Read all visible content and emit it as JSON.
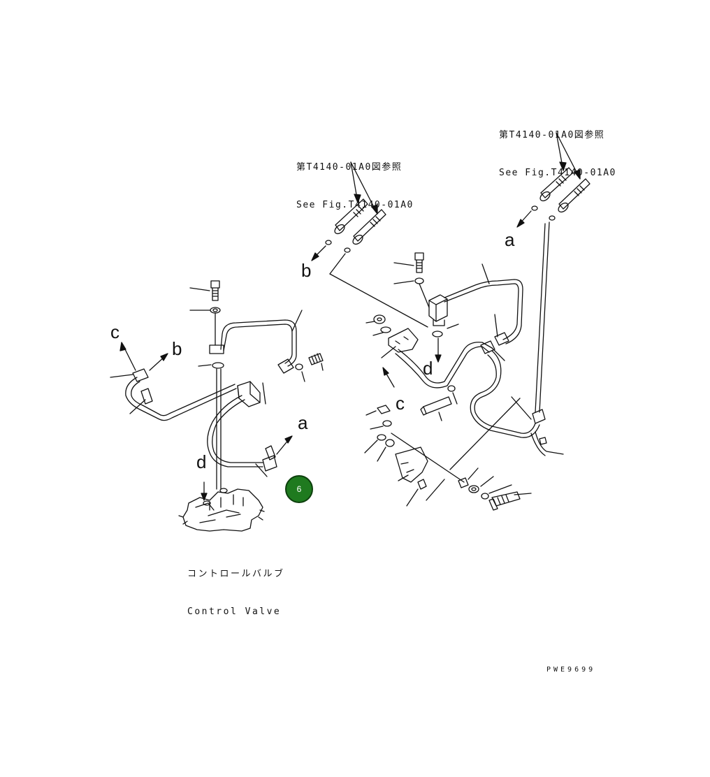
{
  "references": {
    "left": {
      "line1": "第T4140-01A0図参照",
      "line2": "See Fig.T4140-01A0"
    },
    "right": {
      "line1": "第T4140-01A0図参照",
      "line2": "See Fig.T4140-01A0"
    }
  },
  "connection_letters": {
    "a_right_top": "a",
    "b_left_top": "b",
    "c_left": "c",
    "b_left": "b",
    "a_left": "a",
    "d_left": "d",
    "d_right": "d",
    "c_right": "c"
  },
  "caption": {
    "line1": "コントロールバルブ",
    "line2": "Control Valve"
  },
  "drawing_code": "PWE9699",
  "marker": {
    "label": "6",
    "color": "#1f7a1f"
  }
}
